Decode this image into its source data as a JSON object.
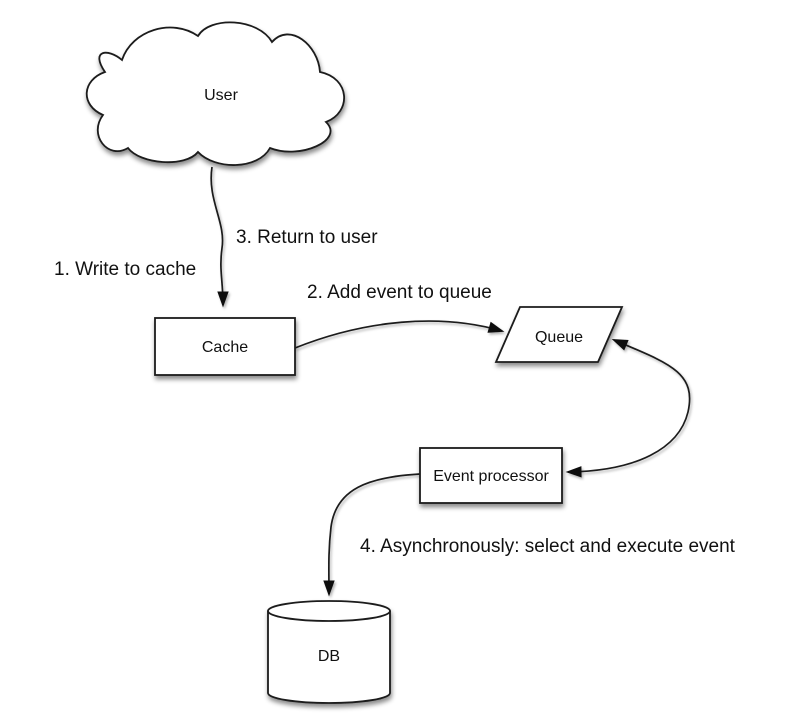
{
  "diagram": {
    "type": "flow-diagram",
    "subject": "write-behind cache with event queue",
    "colors": {
      "background": "#ffffff",
      "shape_fill": "#ffffff",
      "stroke": "#1a1a1a",
      "text": "#111111"
    },
    "nodes": [
      {
        "id": "user",
        "shape": "cloud",
        "label": "User"
      },
      {
        "id": "cache",
        "shape": "rectangle",
        "label": "Cache"
      },
      {
        "id": "queue",
        "shape": "parallelogram",
        "label": "Queue"
      },
      {
        "id": "event-processor",
        "shape": "rectangle",
        "label": "Event processor"
      },
      {
        "id": "db",
        "shape": "cylinder",
        "label": "DB"
      }
    ],
    "connectors": [
      {
        "id": "user-to-cache",
        "from": "User",
        "to": "Cache",
        "double_headed": false,
        "labels": [
          "1. Write to cache",
          "3. Return to user"
        ]
      },
      {
        "id": "cache-to-queue",
        "from": "Cache",
        "to": "Queue",
        "double_headed": false,
        "labels": [
          "2. Add event to queue"
        ]
      },
      {
        "id": "queue-eventprocessor",
        "from": "Queue",
        "to": "Event processor",
        "double_headed": true,
        "labels": []
      },
      {
        "id": "eventprocessor-to-db",
        "from": "Event processor",
        "to": "DB",
        "double_headed": false,
        "labels": [
          "4. Asynchronously: select and execute event"
        ]
      }
    ]
  }
}
